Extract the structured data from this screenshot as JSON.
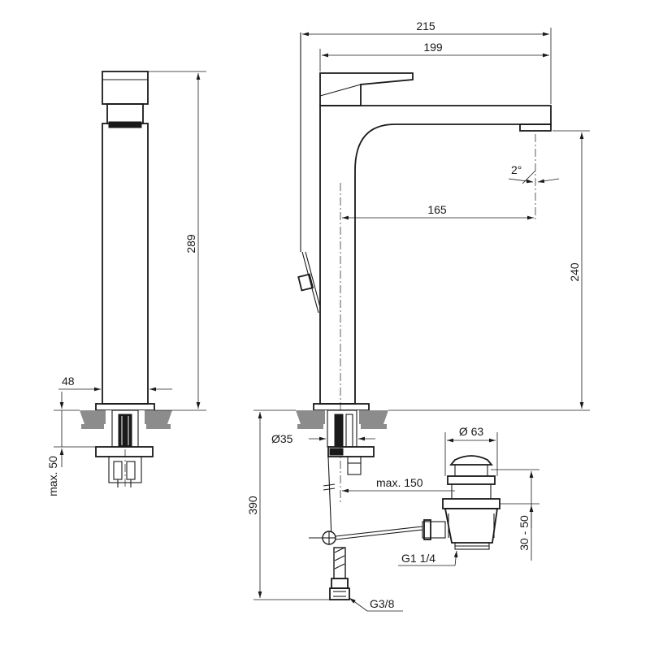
{
  "drawing": {
    "labels": {
      "width_total": "215",
      "width_body": "199",
      "spout_reach": "165",
      "spout_height": "240",
      "total_height": "289",
      "base_width": "48",
      "angle": "2°",
      "shank_dia": "Ø35",
      "max_thickness": "max. 50",
      "total_length": "390",
      "max_rod": "max. 150",
      "waste_dia": "Ø 63",
      "waste_range": "30 - 50",
      "waste_thread": "G1 1/4",
      "inlet_thread": "G3/8"
    },
    "colors": {
      "line": "#1a1a1a",
      "surface": "#8c8c8c",
      "background": "#ffffff"
    }
  }
}
